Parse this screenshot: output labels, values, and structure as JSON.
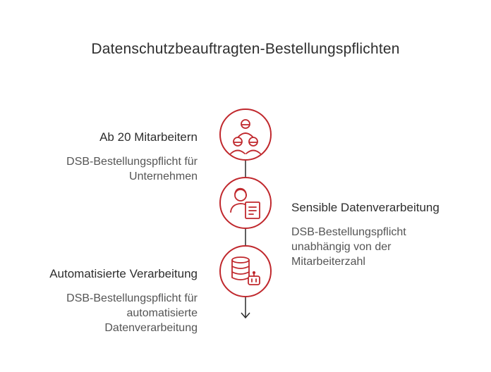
{
  "title": "Datenschutzbeauftragten-Bestellungspflichten",
  "colors": {
    "accent": "#c0282d",
    "line": "#2b2b2b"
  },
  "steps": [
    {
      "heading": "Ab 20 Mitarbeitern",
      "description": [
        "DSB-Bestellungspflicht für",
        "Unternehmen"
      ],
      "icon": "people-group-icon"
    },
    {
      "heading": "Sensible Datenverarbeitung",
      "description": [
        "DSB-Bestellungspflicht",
        "unabhängig von der",
        "Mitarbeiterzahl"
      ],
      "icon": "person-document-icon"
    },
    {
      "heading": "Automatisierte Verarbeitung",
      "description": [
        "DSB-Bestellungspflicht für",
        "automatisierte",
        "Datenverarbeitung"
      ],
      "icon": "database-robot-icon"
    }
  ]
}
